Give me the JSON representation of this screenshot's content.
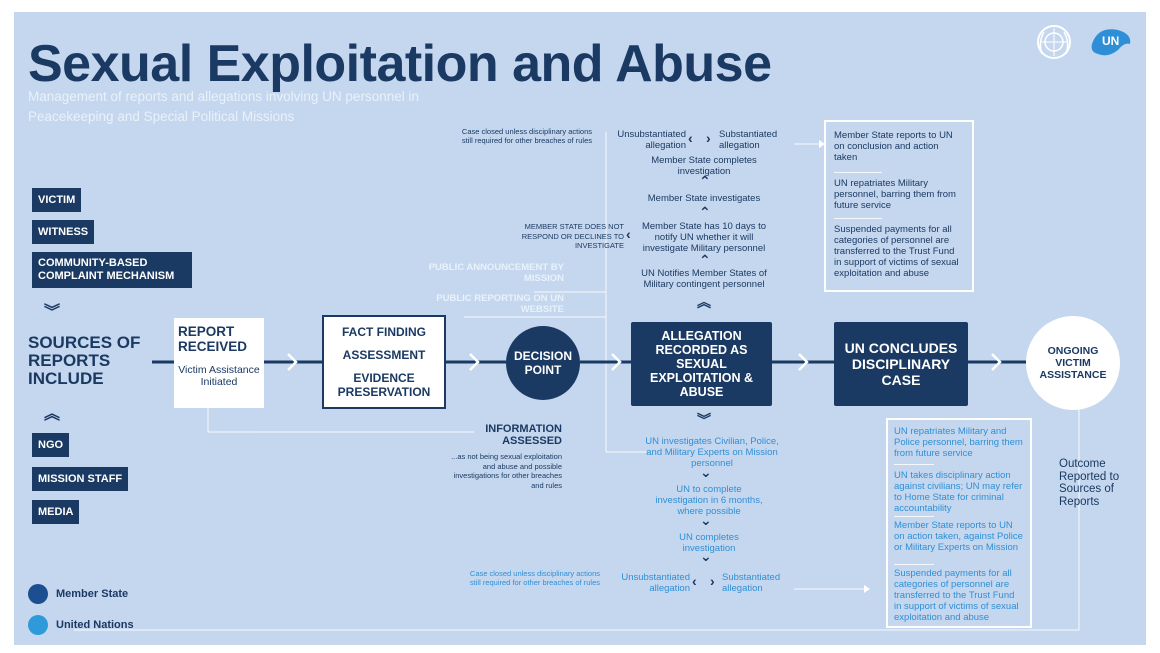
{
  "header": {
    "title": "Sexual Exploitation and Abuse",
    "subtitle_line1": "Management of reports and allegations involving UN personnel in",
    "subtitle_line2": "Peacekeeping and Special Political Missions"
  },
  "sources": {
    "top": [
      "VICTIM",
      "WITNESS",
      "COMMUNITY-BASED COMPLAINT MECHANISM"
    ],
    "label": "SOURCES OF REPORTS INCLUDE",
    "bottom": [
      "NGO",
      "MISSION STAFF",
      "MEDIA"
    ]
  },
  "flow": {
    "report_received": "REPORT RECEIVED",
    "victim_assistance": "Victim Assistance Initiated",
    "fact_finding": "FACT FINDING",
    "assessment": "ASSESSMENT",
    "evidence": "EVIDENCE PRESERVATION",
    "decision_point": "DECISION POINT",
    "allegation": "ALLEGATION RECORDED AS SEXUAL EXPLOITATION & ABUSE",
    "un_concludes": "UN CONCLUDES DISCIPLINARY CASE",
    "ongoing": "ONGOING VICTIM ASSISTANCE",
    "info_assessed": "INFORMATION ASSESSED",
    "info_note": "...as not being sexual exploitation and abuse and possible investigations for other breaches and rules",
    "public_announcement": "PUBLIC ANNOUNCEMENT BY MISSION",
    "public_reporting": "PUBLIC REPORTING ON UN WEBSITE",
    "outcome": "Outcome Reported to Sources of Reports"
  },
  "member_state_path": {
    "case_closed": "Case closed unless disciplinary actions still required for other breaches of rules",
    "unsubstantiated": "Unsubstantiated allegation",
    "substantiated": "Substantiated allegation",
    "ms_completes": "Member State completes investigation",
    "ms_investigates": "Member State investigates",
    "ms_not_respond": "MEMBER STATE DOES NOT RESPOND OR DECLINES TO INVESTIGATE",
    "ms_10_days": "Member State has 10 days to notify UN whether it will investigate Military personnel",
    "un_notifies": "UN Notifies Member States of Military contingent personnel",
    "box": [
      "Member State reports to UN on conclusion and action taken",
      "UN repatriates Military personnel, barring them from future service",
      "Suspended payments for all categories of personnel are transferred to the Trust Fund in support of victims of sexual exploitation and abuse"
    ]
  },
  "un_path": {
    "un_investigates": "UN investigates Civilian, Police, and Military Experts on Mission personnel",
    "six_months": "UN to complete investigation in 6 months, where possible",
    "un_completes": "UN completes investigation",
    "case_closed": "Case closed unless disciplinary actions still required for other breaches of rules",
    "unsubstantiated": "Unsubstantiated allegation",
    "substantiated": "Substantiated allegation",
    "box": [
      "UN repatriates Military and Police personnel, barring them from future service",
      "UN takes disciplinary action against civilians; UN may refer to Home State for criminal accountability",
      "Member State reports to UN on action taken, against Police or Military Experts on Mission",
      "Suspended payments for all categories of personnel are transferred to the Trust Fund in support of victims of sexual exploitation and abuse"
    ]
  },
  "legend": {
    "member_state": "Member State",
    "united_nations": "United Nations"
  },
  "logo": {
    "un_badge": "UN"
  },
  "colors": {
    "background": "#c5d7ee",
    "navy": "#1b3a63",
    "member_state": "#1b4f8f",
    "united_nations": "#2f9ad9"
  }
}
